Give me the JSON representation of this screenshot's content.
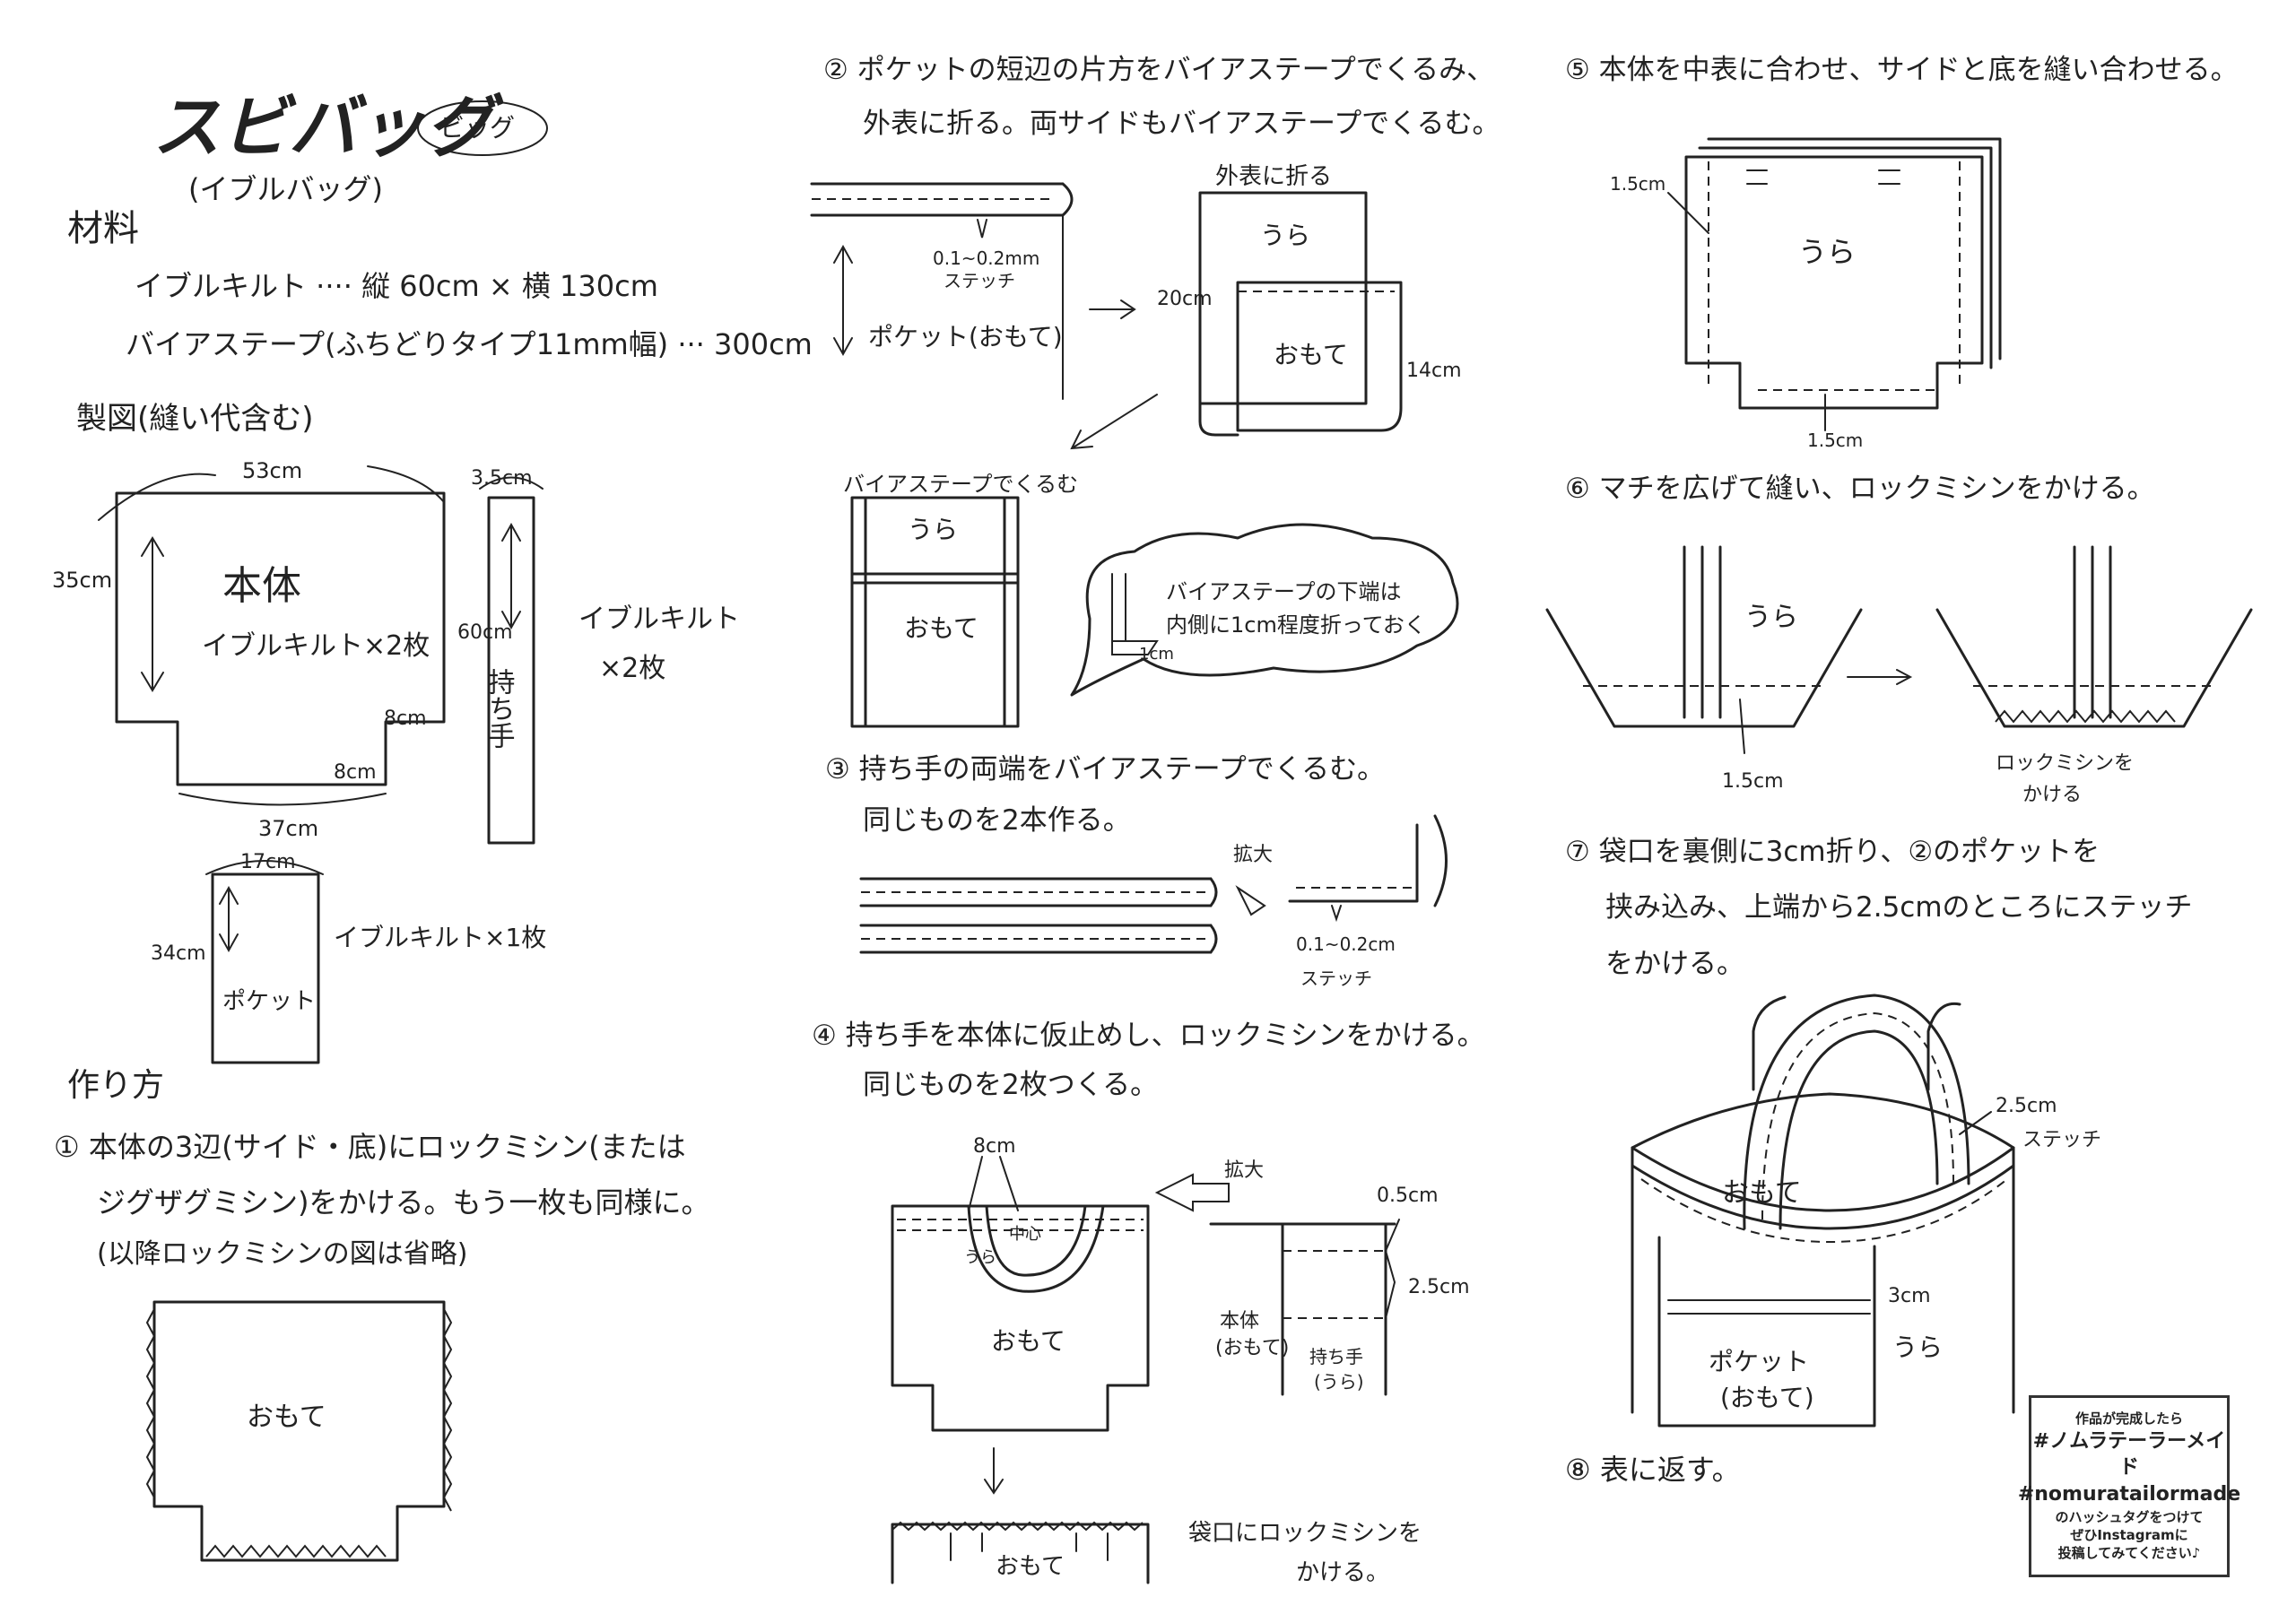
{
  "title": {
    "main": "スビバッグ",
    "size": "ビッグ",
    "sub": "(イブルバッグ)"
  },
  "materials": {
    "heading": "材料",
    "line1": "イブルキルト ···· 縦 60cm × 横 130cm",
    "line2": "バイアステープ(ふちどりタイプ11mm幅) ··· 300cm"
  },
  "pattern": {
    "heading": "製図(縫い代含む)",
    "body": {
      "top": "53cm",
      "left": "35cm",
      "name": "本体",
      "note": "イブルキルト×2枚",
      "notch_v": "8cm",
      "notch_h": "8cm",
      "bottom": "37cm"
    },
    "handle": {
      "width": "3.5cm",
      "length": "60cm",
      "name": "持ち手",
      "note1": "イブルキルト",
      "note2": "×2枚"
    },
    "pocket": {
      "width": "17cm",
      "height": "34cm",
      "name": "ポケット",
      "note": "イブルキルト×1枚"
    }
  },
  "method": {
    "heading": "作り方",
    "step1": {
      "line1": "① 本体の3辺(サイド・底)にロックミシン(または",
      "line2": "ジグザグミシン)をかける。もう一枚も同様に。",
      "line3": "(以降ロックミシンの図は省略)",
      "label": "おもて"
    },
    "step2": {
      "line1": "② ポケットの短辺の片方をバイアステープでくるみ、",
      "line2": "外表に折る。両サイドもバイアステープでくるむ。",
      "stitch": "0.1~0.2mm",
      "stitch_label": "ステッチ",
      "pocket": "ポケット(おもて)",
      "fold": "外表に折る",
      "ura": "うら",
      "omote": "おもて",
      "h20": "20cm",
      "h14": "14cm",
      "wrap": "バイアステープでくるむ",
      "ura2": "うら",
      "omote2": "おもて",
      "bubble1": "バイアステープの下端は",
      "bubble2": "内側に1cm程度折っておく",
      "bubble_cm": "1cm"
    },
    "step3": {
      "line1": "③ 持ち手の両端をバイアステープでくるむ。",
      "line2": "同じものを2本作る。",
      "zoom": "拡大",
      "stitch": "0.1~0.2cm",
      "stitch_label": "ステッチ"
    },
    "step4": {
      "line1": "④ 持ち手を本体に仮止めし、ロックミシンをかける。",
      "line2": "同じものを2枚つくる。",
      "w8": "8cm",
      "center": "中心",
      "ura": "うら",
      "omote": "おもて",
      "zoom": "拡大",
      "c05": "0.5cm",
      "c25": "2.5cm",
      "body1": "本体",
      "body2": "(おもて)",
      "handle1": "持ち手",
      "handle2": "(うら)",
      "omote_bottom": "おもて",
      "edge1": "袋口にロックミシンを",
      "edge2": "かける。"
    },
    "step5": {
      "line": "⑤ 本体を中表に合わせ、サイドと底を縫い合わせる。",
      "c15a": "1.5cm",
      "ura": "うら",
      "c15b": "1.5cm"
    },
    "step6": {
      "line": "⑥ マチを広げて縫い、ロックミシンをかける。",
      "ura": "うら",
      "c15": "1.5cm",
      "lock1": "ロックミシンを",
      "lock2": "かける"
    },
    "step7": {
      "line1": "⑦ 袋口を裏側に3cm折り、②のポケットを",
      "line2": "挟み込み、上端から2.5cmのところにステッチ",
      "line3": "をかける。",
      "c25": "2.5cm",
      "stitch": "ステッチ",
      "omote": "おもて",
      "c3": "3cm",
      "ura": "うら",
      "pocket1": "ポケット",
      "pocket2": "(おもて)"
    },
    "step8": {
      "line": "⑧ 表に返す。"
    }
  },
  "note_box": {
    "line1": "作品が完成したら",
    "line2": "#ノムラテーラーメイド",
    "line3": "#nomuratailormade",
    "line4": "のハッシュタグをつけて",
    "line5": "ぜひInstagramに",
    "line6": "投稿してみてください♪"
  }
}
